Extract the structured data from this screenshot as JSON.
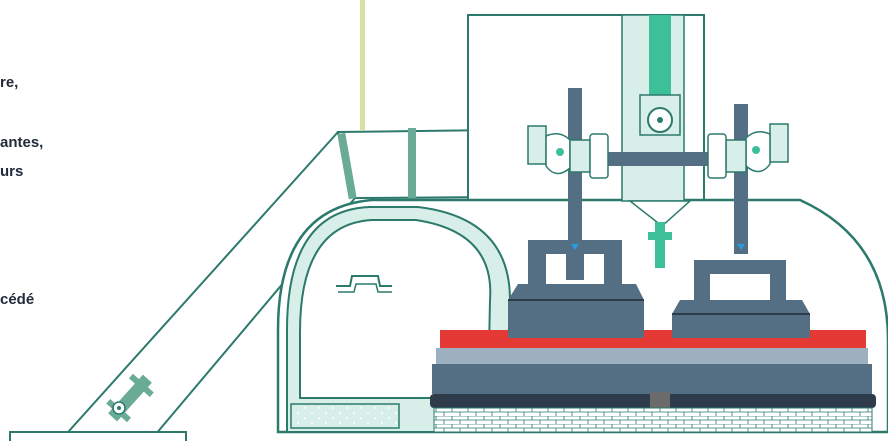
{
  "text_fragments": [
    "re,",
    "antes,",
    "urs",
    "cédé"
  ],
  "colors": {
    "outline": "#2c7a6c",
    "teal_light": "#d8efe9",
    "teal_mid": "#6aab95",
    "teal_bright": "#3dbf9a",
    "slate": "#546f84",
    "slate_dark": "#2e3b4a",
    "slate_light": "#9cb0c0",
    "red": "#e53935",
    "pole_yellow": "#d5e2a3",
    "arrow_blue": "#2b9be0"
  }
}
